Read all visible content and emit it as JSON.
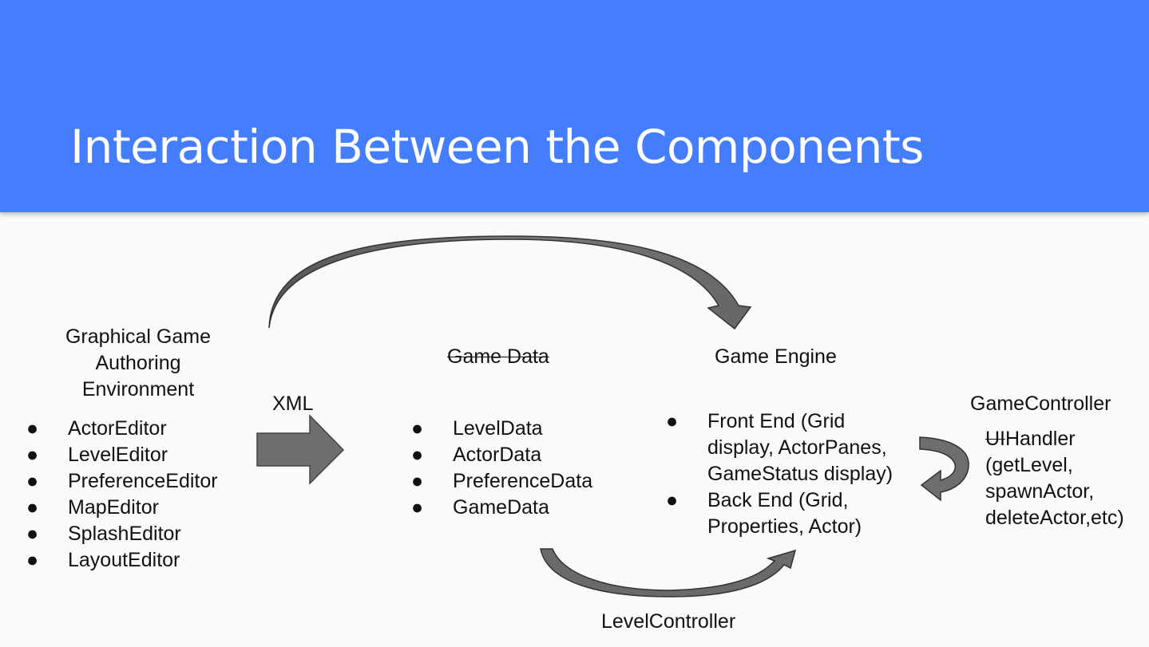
{
  "title": "Interaction Between the Components",
  "authoring": {
    "heading_line1": "Graphical Game",
    "heading_line2": "Authoring",
    "heading_line3": "Environment",
    "items": [
      "ActorEditor",
      "LevelEditor",
      "PreferenceEditor",
      "MapEditor",
      "SplashEditor",
      "LayoutEditor"
    ]
  },
  "xml_label": "XML",
  "game_data": {
    "heading": "Game Data",
    "items": [
      "LevelData",
      "ActorData",
      "PreferenceData",
      "GameData"
    ]
  },
  "game_engine": {
    "heading": "Game Engine",
    "front_end_line1": "Front End (Grid",
    "front_end_line2": "display, ActorPanes,",
    "front_end_line3": "GameStatus display)",
    "back_end_line1": "Back End (Grid,",
    "back_end_line2": "Properties, Actor)"
  },
  "game_controller": {
    "heading": "GameController",
    "ui_strike": "UI",
    "ui_rest": "Handler",
    "line2": "(getLevel,",
    "line3": "spawnActor,",
    "line4": "deleteActor,etc)"
  },
  "level_controller": "LevelController",
  "bullet_glyph": "●"
}
